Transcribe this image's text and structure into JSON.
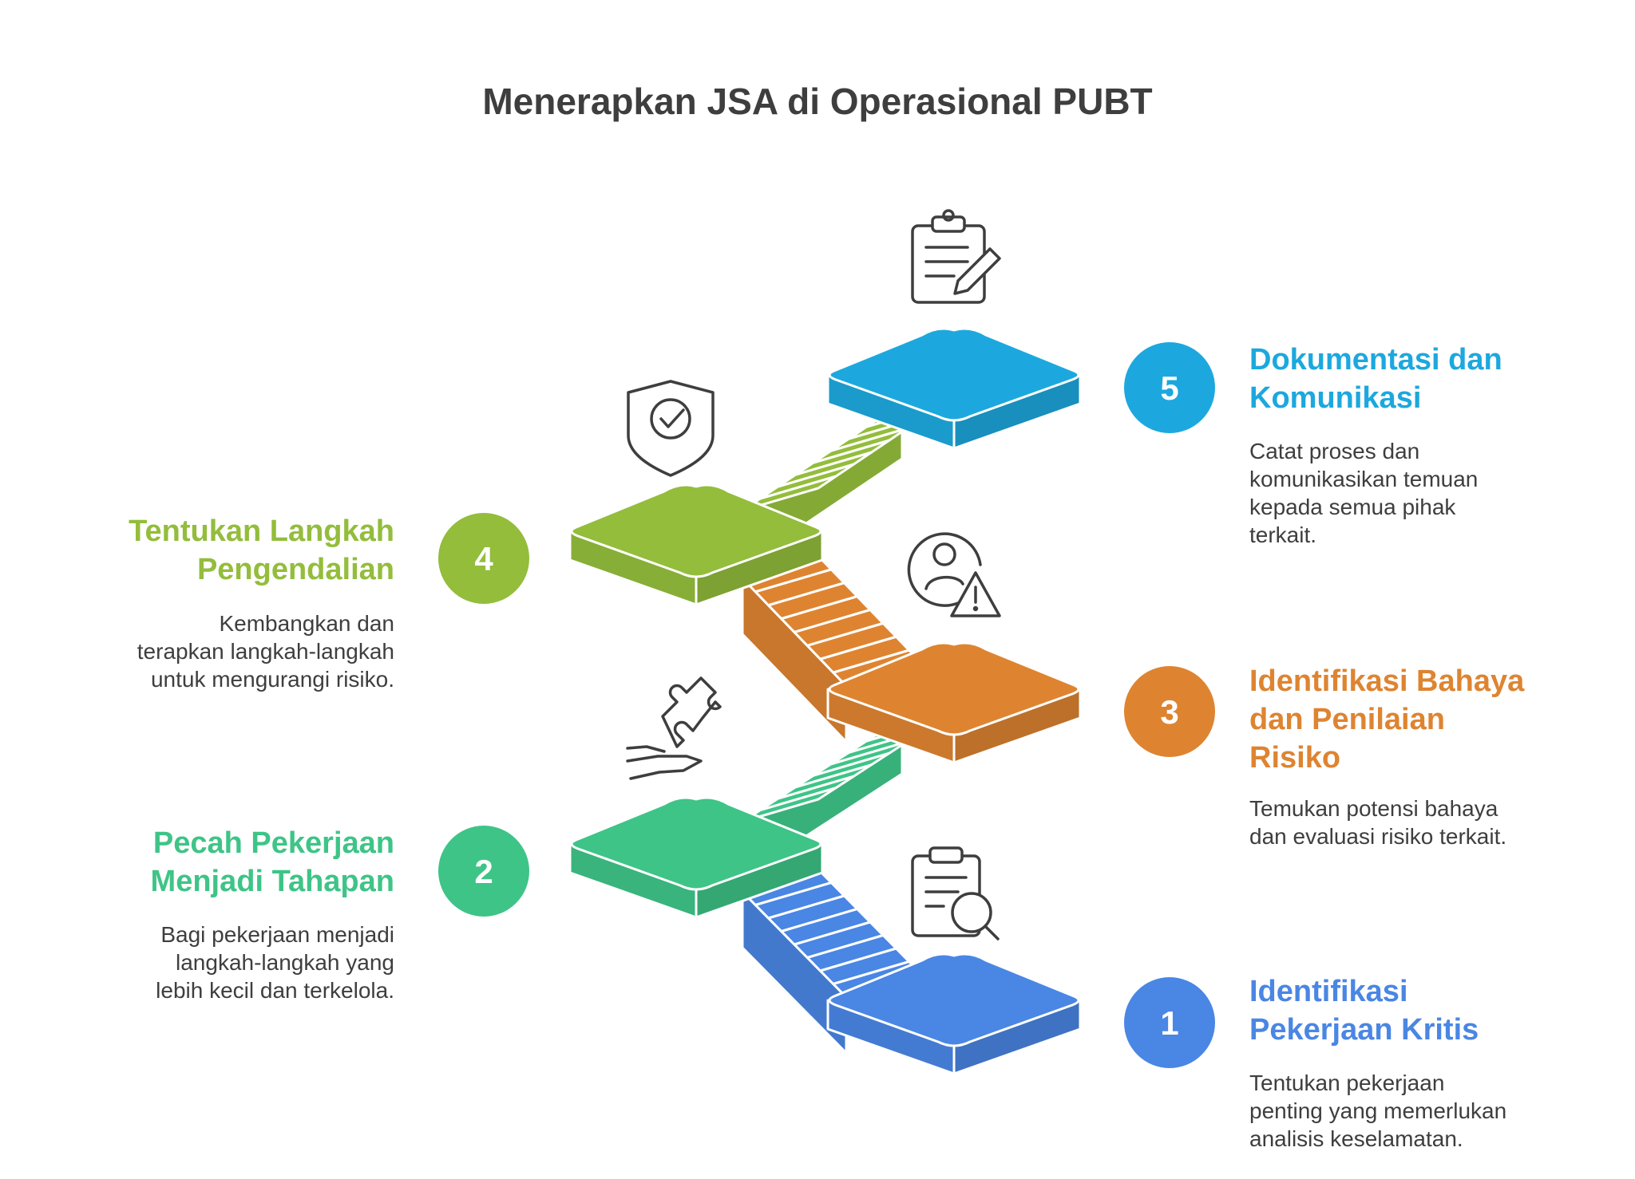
{
  "title": "Menerapkan JSA di Operasional PUBT",
  "colors": {
    "blue": "#4a86e4",
    "green": "#3ec487",
    "orange": "#de8431",
    "lime": "#93bd3b",
    "cyan": "#1ca8de",
    "text": "#3e3e3e"
  },
  "steps": [
    {
      "number": "1",
      "title_lines": [
        "Identifikasi",
        "Pekerjaan Kritis"
      ],
      "desc_lines": [
        "Tentukan pekerjaan",
        "penting yang memerlukan",
        "analisis keselamatan."
      ],
      "icon": "clipboard-search-icon"
    },
    {
      "number": "2",
      "title_lines": [
        "Pecah Pekerjaan",
        "Menjadi Tahapan"
      ],
      "desc_lines": [
        "Bagi pekerjaan menjadi",
        "langkah-langkah yang",
        "lebih kecil dan terkelola."
      ],
      "icon": "hand-puzzle-icon"
    },
    {
      "number": "3",
      "title_lines": [
        "Identifikasi Bahaya",
        "dan Penilaian",
        "Risiko"
      ],
      "desc_lines": [
        "Temukan potensi bahaya",
        "dan evaluasi risiko terkait."
      ],
      "icon": "user-warning-icon"
    },
    {
      "number": "4",
      "title_lines": [
        "Tentukan Langkah",
        "Pengendalian"
      ],
      "desc_lines": [
        "Kembangkan dan",
        "terapkan langkah-langkah",
        "untuk mengurangi risiko."
      ],
      "icon": "shield-check-icon"
    },
    {
      "number": "5",
      "title_lines": [
        "Dokumentasi dan",
        "Komunikasi"
      ],
      "desc_lines": [
        "Catat proses dan",
        "komunikasikan temuan",
        "kepada semua pihak",
        "terkait."
      ],
      "icon": "clipboard-pen-icon"
    }
  ]
}
